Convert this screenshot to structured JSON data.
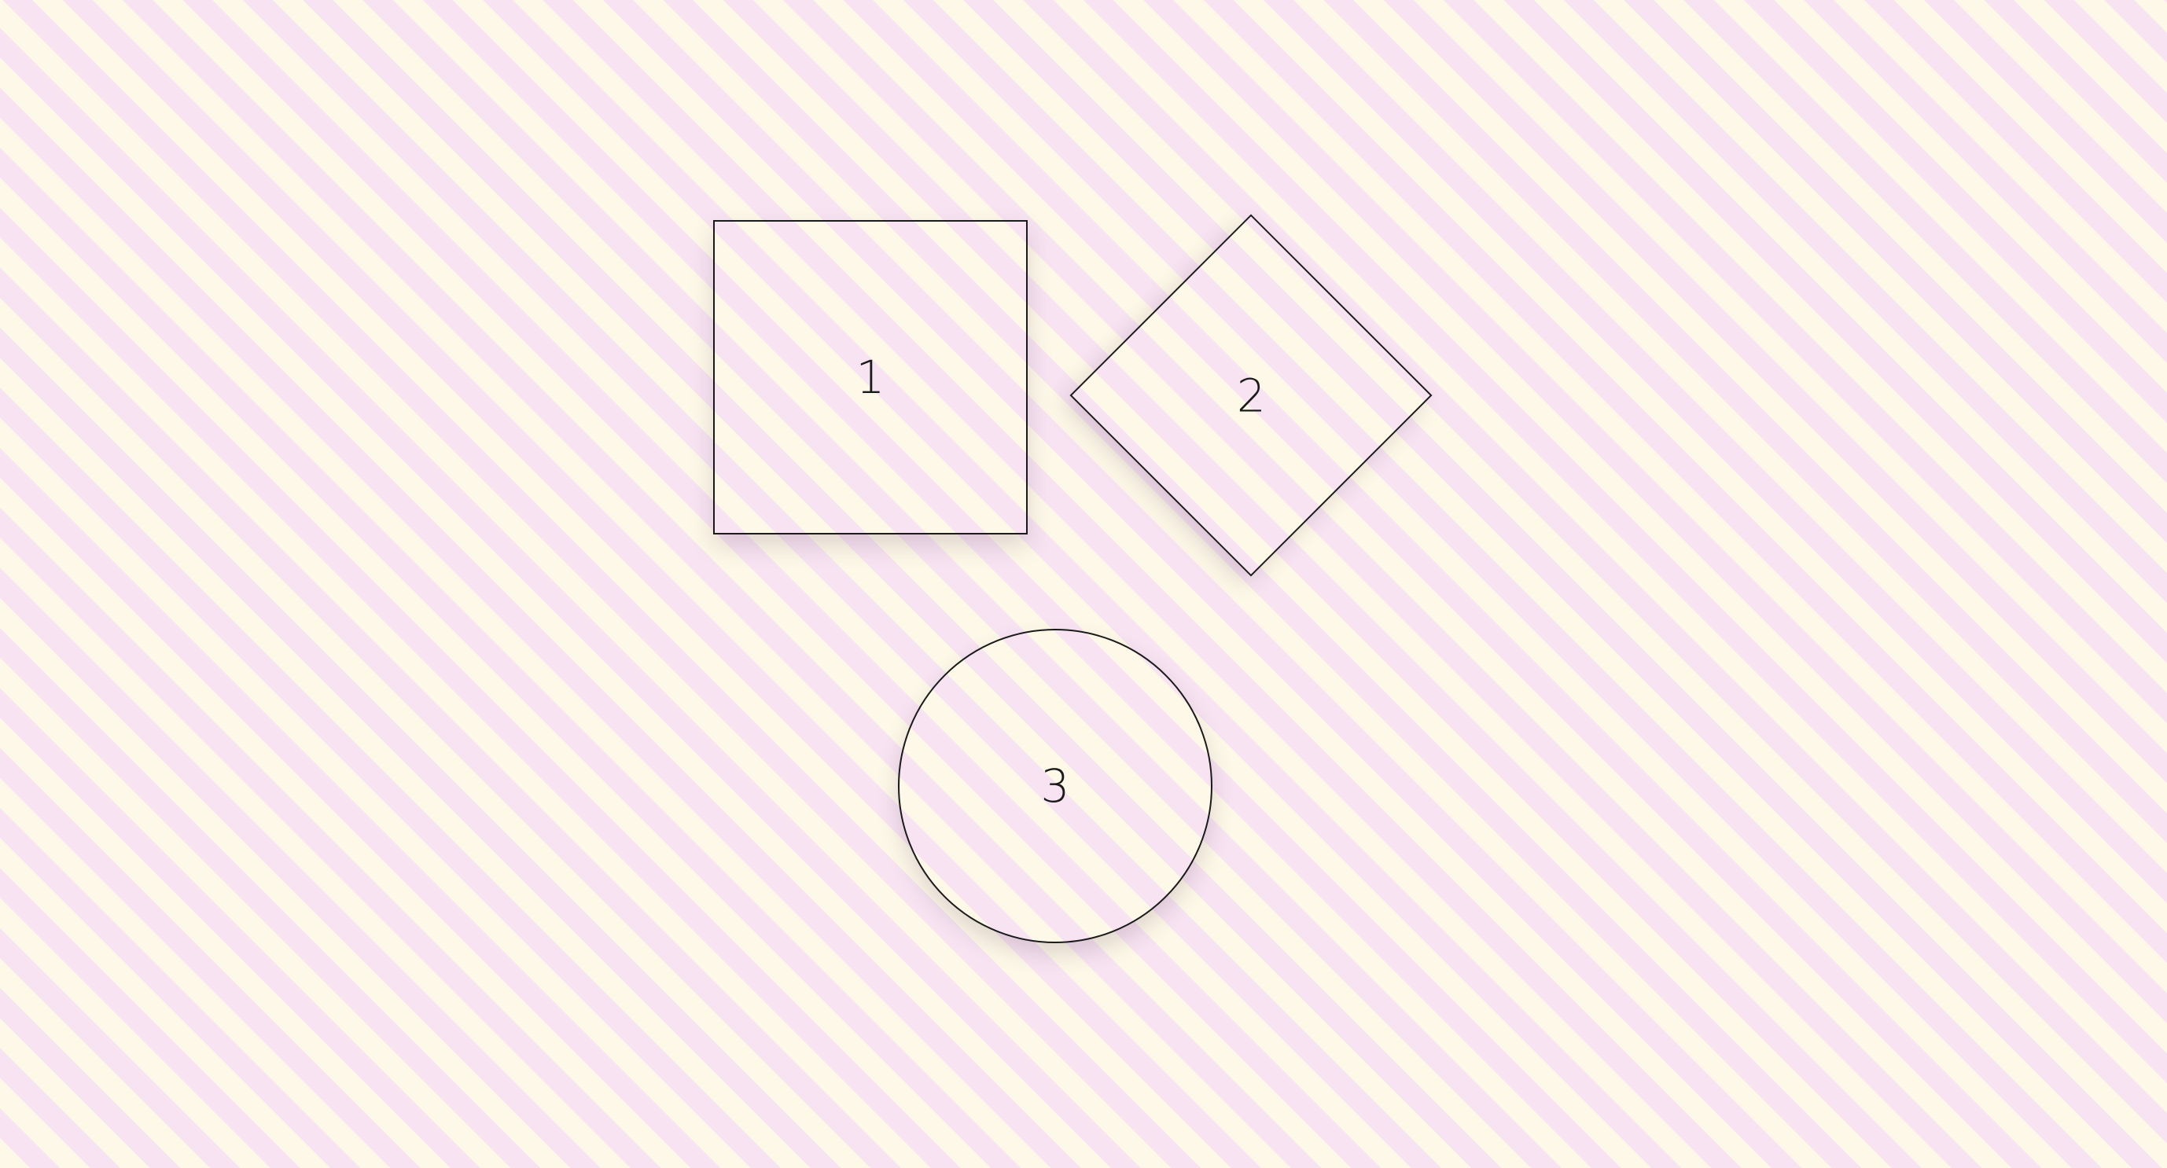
{
  "canvas": {
    "background_colors": [
      "#fdf8e8",
      "#f7e3f1"
    ],
    "pattern": "diagonal-stripes"
  },
  "shapes": [
    {
      "kind": "square",
      "label": "1"
    },
    {
      "kind": "diamond",
      "label": "2"
    },
    {
      "kind": "circle",
      "label": "3"
    }
  ]
}
